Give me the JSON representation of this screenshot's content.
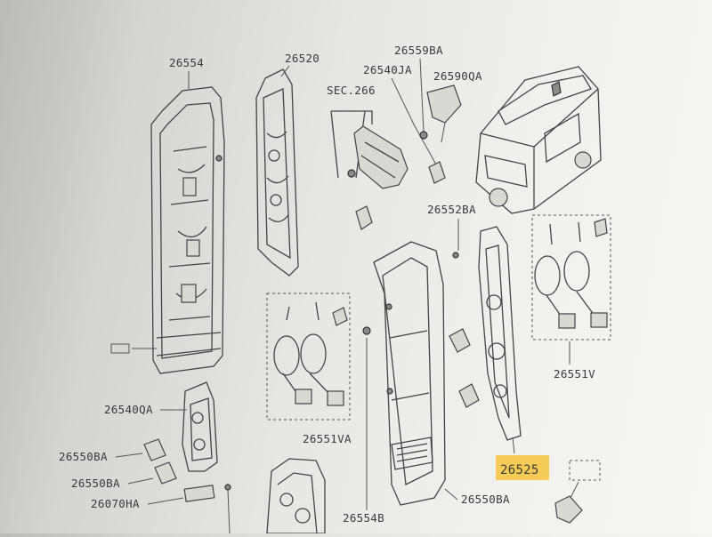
{
  "labels": {
    "p26554": "26554",
    "p26520": "26520",
    "p26540JA": "26540JA",
    "p26559BA": "26559BA",
    "p26590QA": "26590QA",
    "sec266": "SEC.266",
    "p26552BA": "26552BA",
    "p26551V": "26551V",
    "p26551VA": "26551VA",
    "p26540QA": "26540QA",
    "p26550BA_1": "26550BA",
    "p26550BA_2": "26550BA",
    "p26070HA": "26070HA",
    "p26554B": "26554B",
    "p26550BA_3": "26550BA",
    "p26525": "26525"
  },
  "highlight_color": "#f7c53b"
}
